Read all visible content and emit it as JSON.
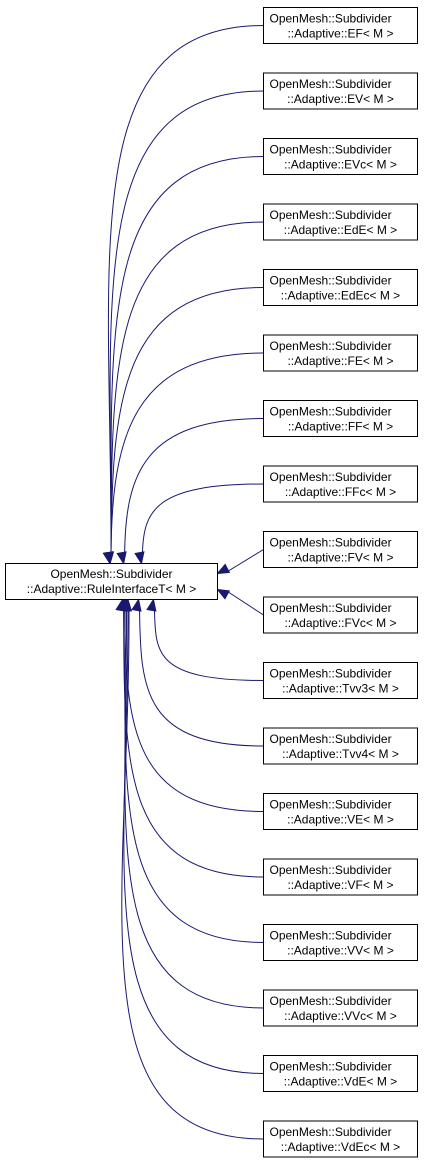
{
  "colors": {
    "edge": "#191970",
    "node_border": "#000000",
    "node_fill": "#ffffff",
    "text": "#000000"
  },
  "base": {
    "line1": "OpenMesh::Subdivider",
    "line2": "::Adaptive::RuleInterfaceT< M >"
  },
  "derived": [
    {
      "line1": "OpenMesh::Subdivider",
      "line2": "::Adaptive::EF< M >"
    },
    {
      "line1": "OpenMesh::Subdivider",
      "line2": "::Adaptive::EV< M >"
    },
    {
      "line1": "OpenMesh::Subdivider",
      "line2": "::Adaptive::EVc< M >"
    },
    {
      "line1": "OpenMesh::Subdivider",
      "line2": "::Adaptive::EdE< M >"
    },
    {
      "line1": "OpenMesh::Subdivider",
      "line2": "::Adaptive::EdEc< M >"
    },
    {
      "line1": "OpenMesh::Subdivider",
      "line2": "::Adaptive::FE< M >"
    },
    {
      "line1": "OpenMesh::Subdivider",
      "line2": "::Adaptive::FF< M >"
    },
    {
      "line1": "OpenMesh::Subdivider",
      "line2": "::Adaptive::FFc< M >"
    },
    {
      "line1": "OpenMesh::Subdivider",
      "line2": "::Adaptive::FV< M >"
    },
    {
      "line1": "OpenMesh::Subdivider",
      "line2": "::Adaptive::FVc< M >"
    },
    {
      "line1": "OpenMesh::Subdivider",
      "line2": "::Adaptive::Tvv3< M >"
    },
    {
      "line1": "OpenMesh::Subdivider",
      "line2": "::Adaptive::Tvv4< M >"
    },
    {
      "line1": "OpenMesh::Subdivider",
      "line2": "::Adaptive::VE< M >"
    },
    {
      "line1": "OpenMesh::Subdivider",
      "line2": "::Adaptive::VF< M >"
    },
    {
      "line1": "OpenMesh::Subdivider",
      "line2": "::Adaptive::VV< M >"
    },
    {
      "line1": "OpenMesh::Subdivider",
      "line2": "::Adaptive::VVc< M >"
    },
    {
      "line1": "OpenMesh::Subdivider",
      "line2": "::Adaptive::VdE< M >"
    },
    {
      "line1": "OpenMesh::Subdivider",
      "line2": "::Adaptive::VdEc< M >"
    }
  ]
}
